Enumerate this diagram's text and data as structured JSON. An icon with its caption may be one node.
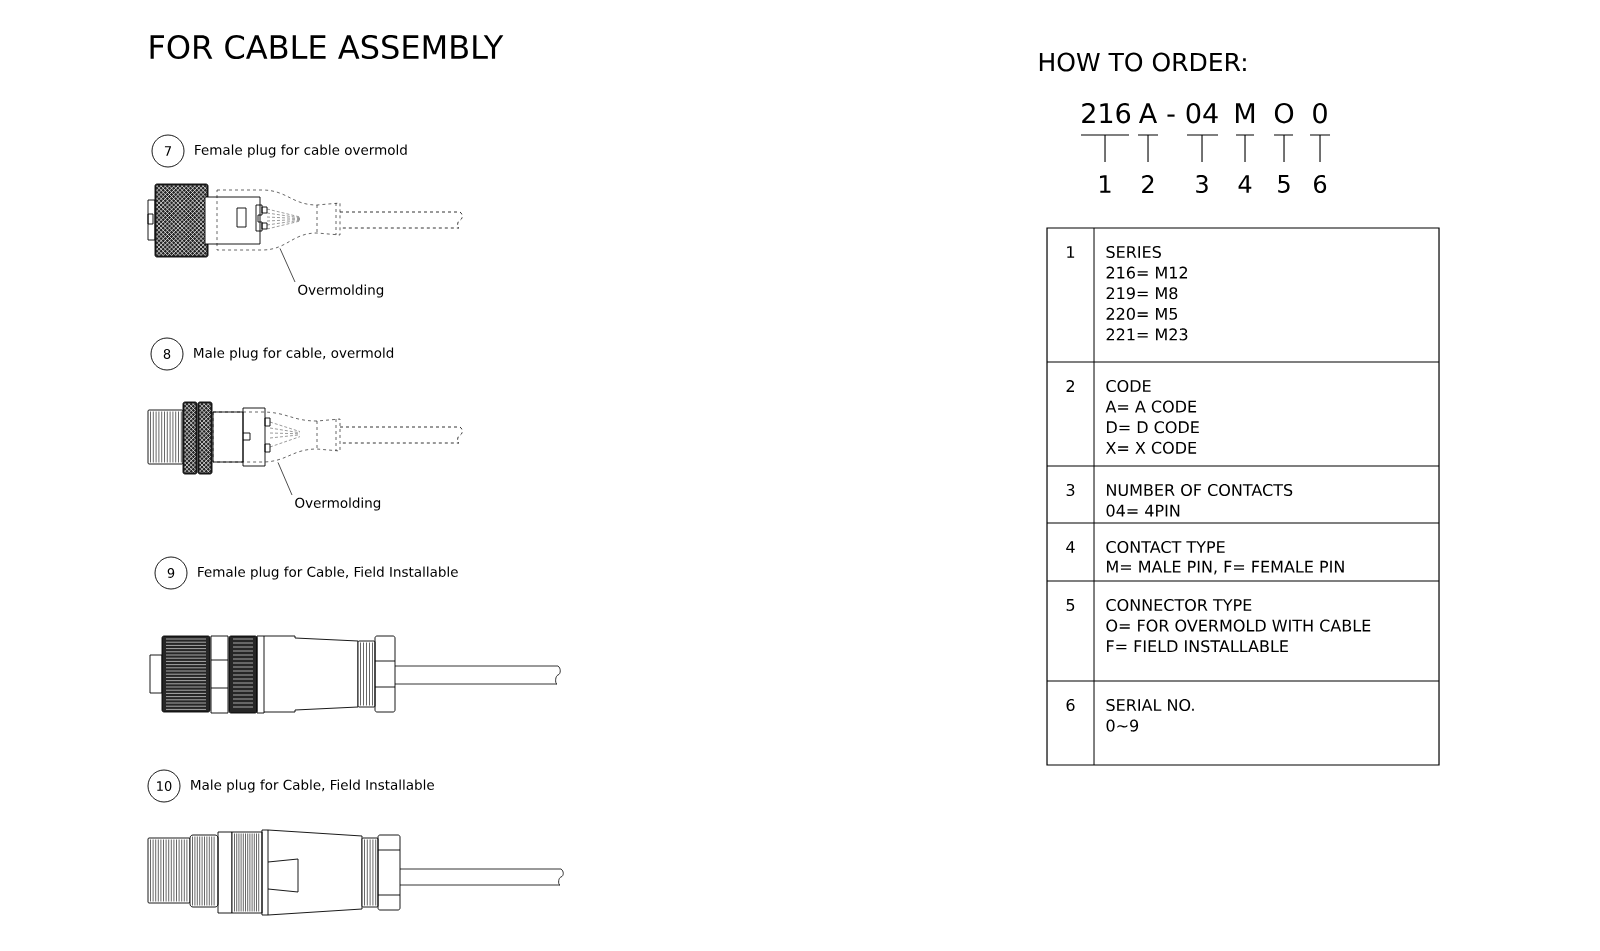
{
  "diagram": {
    "title": "FOR CABLE ASSEMBLY",
    "nodes": [
      {
        "text": [
          "7"
        ],
        "beside": [
          "Female plug for cable overmold"
        ]
      },
      {
        "text": [
          "Overmolding"
        ]
      },
      {
        "text": [],
        "shape": "picture"
      },
      {
        "text": [
          "8"
        ],
        "beside": [
          "Male plug for cable, overmold"
        ]
      },
      {
        "text": [
          "Overmolding"
        ]
      },
      {
        "text": [],
        "shape": "picture"
      },
      {
        "text": [
          "9"
        ],
        "beside": [
          "Female plug for Cable, Field Installable"
        ]
      },
      {
        "text": [
          "10"
        ],
        "beside": [
          "Male plug for Cable, Field Installable"
        ]
      }
    ],
    "edges": [
      {
        "from": 1,
        "to": 2,
        "arrow": "none"
      },
      {
        "from": 4,
        "to": 5,
        "arrow": "none"
      }
    ],
    "labels": [
      "HOW TO ORDER:",
      "216",
      "A",
      "-",
      "04",
      "M",
      "O",
      "0",
      "1",
      "2",
      "3",
      "4",
      "5",
      "6",
      "1",
      "SERIES",
      "216= M12",
      "219= M8",
      "220= M5",
      "221= M23",
      "2",
      "CODE",
      "A= A CODE",
      "D= D CODE",
      "X= X CODE",
      "3",
      "NUMBER OF CONTACTS",
      "04= 4PIN",
      "4",
      "CONTACT TYPE",
      "M= MALE PIN, F= FEMALE PIN",
      "5",
      "CONNECTOR TYPE",
      "O= FOR OVERMOLD WITH CABLE",
      "F= FIELD INSTALLABLE",
      "6",
      "SERIAL NO.",
      "0~9"
    ]
  }
}
